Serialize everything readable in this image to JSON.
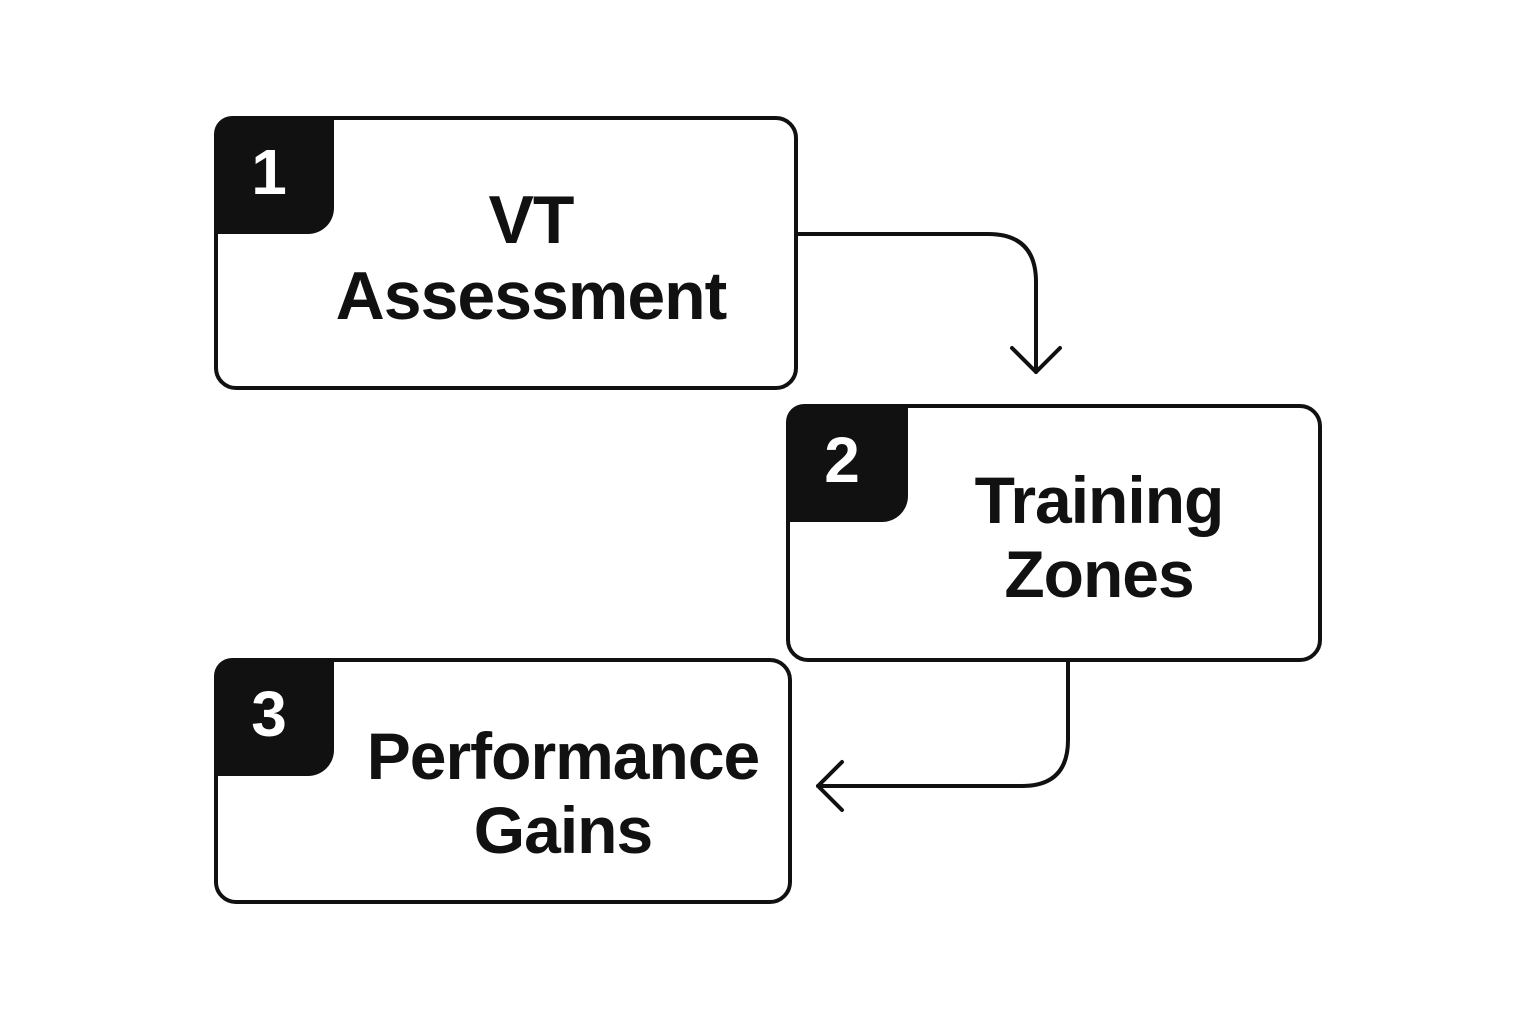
{
  "steps": [
    {
      "number": "1",
      "label": "VT\nAssessment"
    },
    {
      "number": "2",
      "label": "Training\nZones"
    },
    {
      "number": "3",
      "label": "Performance\nGains"
    }
  ],
  "colors": {
    "ink": "#111111",
    "background": "#ffffff"
  }
}
